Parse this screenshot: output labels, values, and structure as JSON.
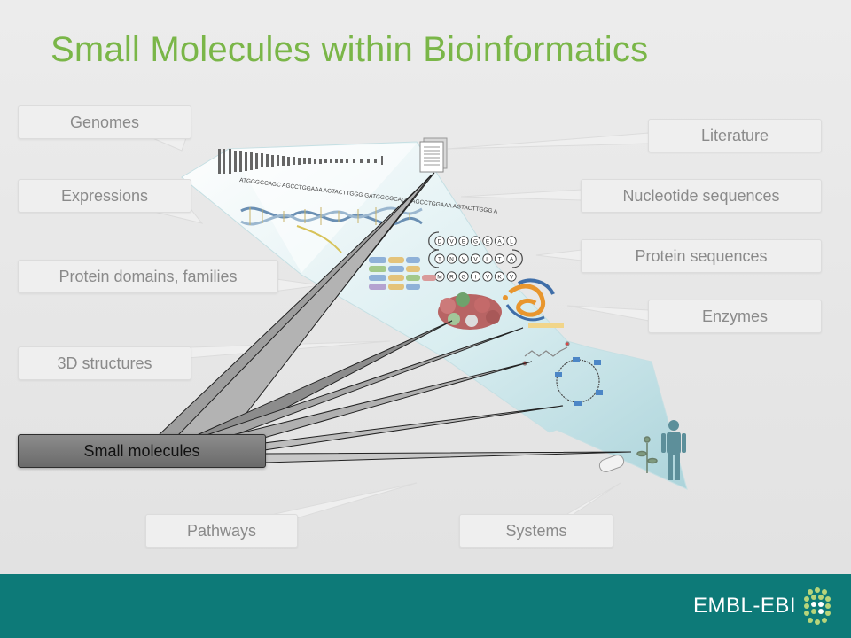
{
  "title": "Small Molecules within Bioinformatics",
  "labels": {
    "genomes": "Genomes",
    "expressions": "Expressions",
    "protein_domains": "Protein domains, families",
    "structures_3d": "3D structures",
    "small_molecules": "Small molecules",
    "pathways": "Pathways",
    "systems": "Systems",
    "literature": "Literature",
    "nucleotide_sequences": "Nucleotide sequences",
    "protein_sequences": "Protein sequences",
    "enzymes": "Enzymes"
  },
  "dna_sequence": "ATGGGGCAGC AGCCTGGAAA AGTACTTGGG GATGGGGCAGC AGCCTGGAAA AGTACTTGGG A",
  "protein_seq_rows": [
    [
      "D",
      "V",
      "E",
      "G",
      "E",
      "A",
      "L"
    ],
    [
      "T",
      "N",
      "V",
      "V",
      "L",
      "T",
      "A"
    ],
    [
      "M",
      "R",
      "G",
      "I",
      "V",
      "K",
      "V"
    ]
  ],
  "footer": {
    "logo_text": "EMBL-EBI"
  },
  "colors": {
    "title_green": "#7ab648",
    "footer_teal": "#0d7a78",
    "funnel_tint": "#cfe8ec",
    "highlight_box": "#7a7a7a"
  },
  "icons": [
    "document-icon",
    "dna-helix-icon",
    "protein-structure-icon",
    "enzyme-structure-icon",
    "molecule-icon",
    "pathway-cycle-icon",
    "bacterium-icon",
    "plant-icon",
    "human-icon",
    "embl-ebi-logo-icon"
  ]
}
